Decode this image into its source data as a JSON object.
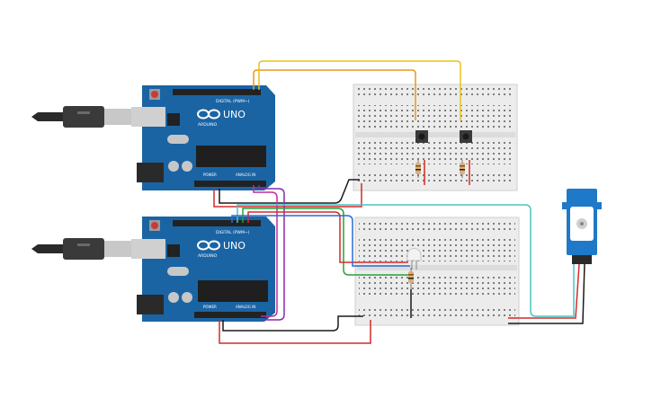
{
  "boards": [
    {
      "id": "arduino-top",
      "model": "UNO",
      "brand": "ARDUINO",
      "digital_label": "DIGITAL (PWM~)",
      "power_label": "POWER",
      "analog_label": "ANALOG IN"
    },
    {
      "id": "arduino-bottom",
      "model": "UNO",
      "brand": "ARDUINO",
      "digital_label": "DIGITAL (PWM~)",
      "power_label": "POWER",
      "analog_label": "ANALOG IN"
    }
  ],
  "components": {
    "usb_cables": 2,
    "breadboards": 2,
    "pushbuttons": 2,
    "resistors": 3,
    "leds": 1,
    "servos": 1
  },
  "colors": {
    "board": "#1a64a4",
    "board_dark": "#0e4a7e",
    "breadboard": "#ececec",
    "wire_orange": "#e69a1c",
    "wire_yellow": "#e8c21a",
    "wire_black": "#1a1a1a",
    "wire_red": "#d42a2a",
    "wire_purple": "#8a2aa8",
    "wire_magenta": "#c42a9a",
    "wire_green": "#2aa03a",
    "wire_teal": "#4ac4c4",
    "wire_blue": "#2a6ad4",
    "servo": "#1e7ac8"
  }
}
